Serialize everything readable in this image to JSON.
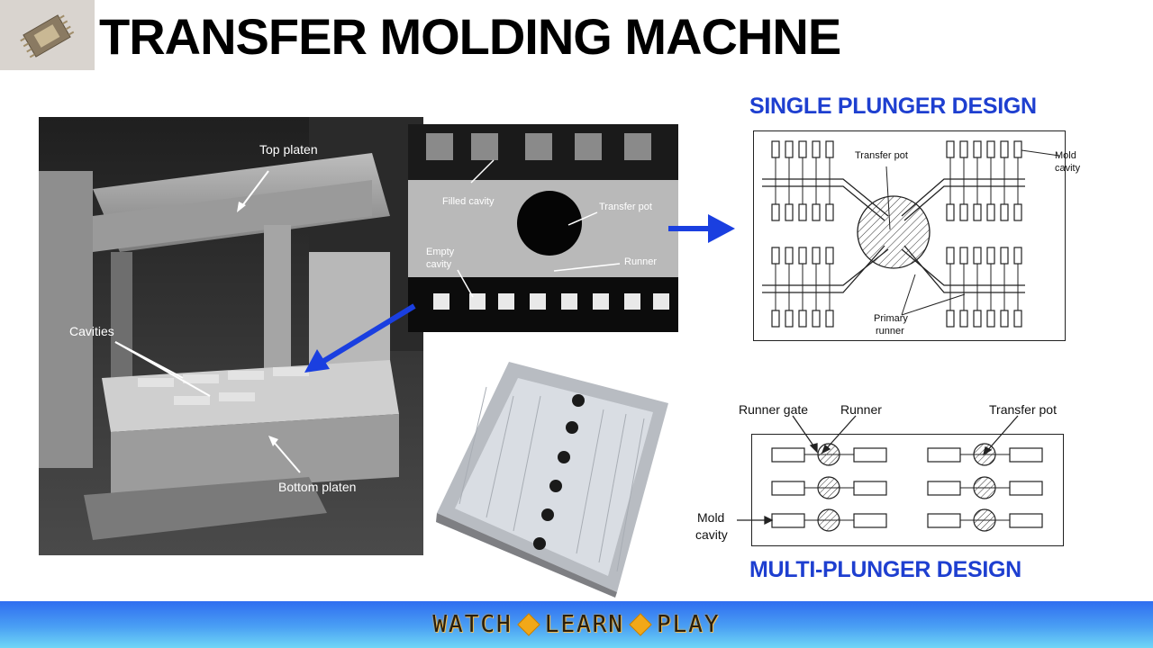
{
  "slide": {
    "title": "TRANSFER MOLDING MACHNE"
  },
  "photo_machine": {
    "labels": {
      "top_platen": "Top platen",
      "cavities": "Cavities",
      "bottom_platen": "Bottom platen"
    }
  },
  "photo_closeup": {
    "labels": {
      "filled_cavity": "Filled cavity",
      "transfer_pot": "Transfer pot",
      "empty_cavity_line1": "Empty",
      "empty_cavity_line2": "cavity",
      "runner": "Runner"
    }
  },
  "single_plunger": {
    "heading": "SINGLE PLUNGER DESIGN",
    "labels": {
      "transfer_pot": "Transfer pot",
      "mold_cavity_line1": "Mold",
      "mold_cavity_line2": "cavity",
      "primary_runner_line1": "Primary",
      "primary_runner_line2": "runner"
    }
  },
  "multi_plunger": {
    "heading": "MULTI-PLUNGER DESIGN",
    "labels": {
      "runner_gate": "Runner gate",
      "runner": "Runner",
      "transfer_pot": "Transfer pot",
      "mold_cavity_line1": "Mold",
      "mold_cavity_line2": "cavity"
    }
  },
  "footer": {
    "word1": "WATCH",
    "word2": "LEARN",
    "word3": "PLAY"
  },
  "colors": {
    "heading_blue": "#1e3fd0",
    "arrow_blue": "#1a3fe0",
    "footer_accent": "#f2a818"
  }
}
